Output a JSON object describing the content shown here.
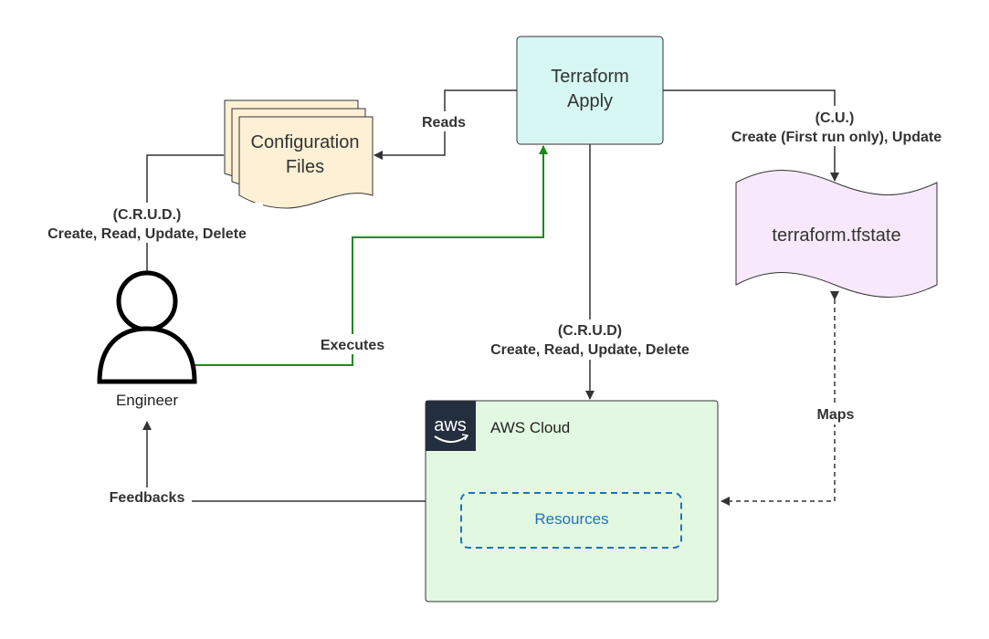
{
  "nodes": {
    "terraform_apply": {
      "line1": "Terraform",
      "line2": "Apply",
      "fill": "#d6f7f3"
    },
    "config_files": {
      "line1": "Configuration",
      "line2": "Files",
      "fill": "#fdf0d5"
    },
    "tfstate": {
      "label": "terraform.tfstate",
      "fill": "#f7e9fb"
    },
    "engineer": {
      "label": "Engineer"
    },
    "aws_cloud": {
      "label": "AWS Cloud",
      "logo": "aws",
      "fill": "#e2f8e1"
    },
    "resources": {
      "label": "Resources",
      "color": "#1e73be"
    }
  },
  "edges": {
    "reads": {
      "label": "Reads"
    },
    "crud_config": {
      "line1": "(C.R.U.D.)",
      "line2": "Create, Read, Update, Delete"
    },
    "cu_state": {
      "line1": "(C.U.)",
      "line2": "Create (First run only), Update"
    },
    "executes": {
      "label": "Executes",
      "color": "#1a8a1a"
    },
    "crud_aws": {
      "line1": "(C.R.U.D)",
      "line2": "Create, Read, Update, Delete"
    },
    "maps": {
      "label": "Maps"
    },
    "feedbacks": {
      "label": "Feedbacks"
    }
  },
  "colors": {
    "line": "#333333",
    "accent_green": "#1a8a1a",
    "aws_dark": "#232f3e"
  }
}
